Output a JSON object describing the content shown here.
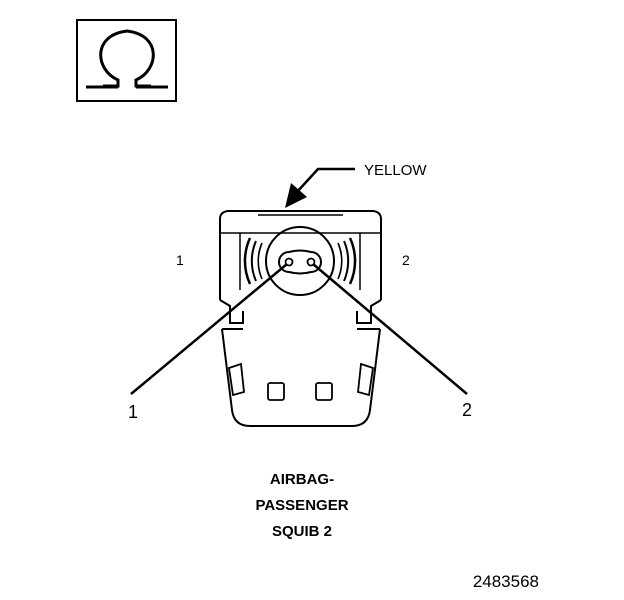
{
  "symbol": {
    "icon": "ohm-symbol-icon",
    "glyph": "Ω"
  },
  "wire_color_label": "YELLOW",
  "pin_labels": {
    "cavity_1": "1",
    "cavity_2": "2",
    "callout_1": "1",
    "callout_2": "2"
  },
  "connector_name": {
    "line1": "AIRBAG-",
    "line2": "PASSENGER",
    "line3": "SQUIB 2"
  },
  "figure_id": "2483568"
}
